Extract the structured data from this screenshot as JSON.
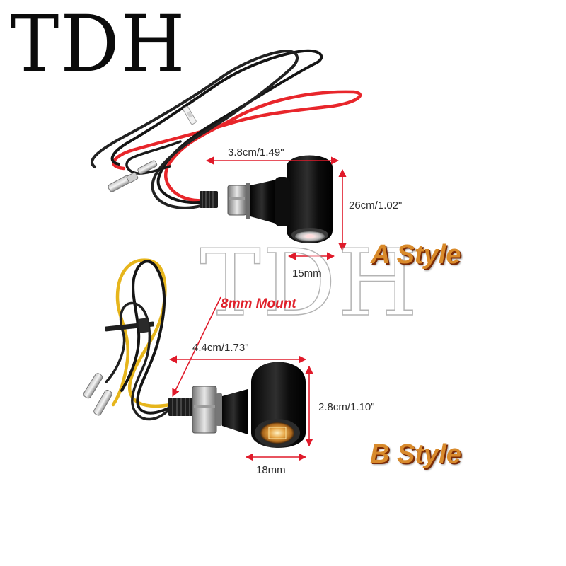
{
  "brand": {
    "logo_text": "TDH",
    "watermark_text": "TDH"
  },
  "style_a": {
    "label": "A Style",
    "width_label": "3.8cm/1.49\"",
    "height_label": "26cm/1.02\"",
    "lens_label": "15mm"
  },
  "style_b": {
    "label": "B Style",
    "width_label": "4.4cm/1.73\"",
    "height_label": "2.8cm/1.10\"",
    "lens_label": "18mm"
  },
  "mount_label": "8mm Mount",
  "colors": {
    "dimension_arrow": "#e01a2a",
    "wire_red": "#e8262b",
    "wire_black": "#151515",
    "wire_yellow": "#e6b51c",
    "housing": "#121212",
    "lens_a": "#d9d9d9",
    "lens_b": "#e3a24a",
    "style_text": "#d98a2a"
  },
  "icons": [
    "turn-signal-light-a",
    "turn-signal-light-b",
    "wire-connector",
    "zip-tie"
  ]
}
